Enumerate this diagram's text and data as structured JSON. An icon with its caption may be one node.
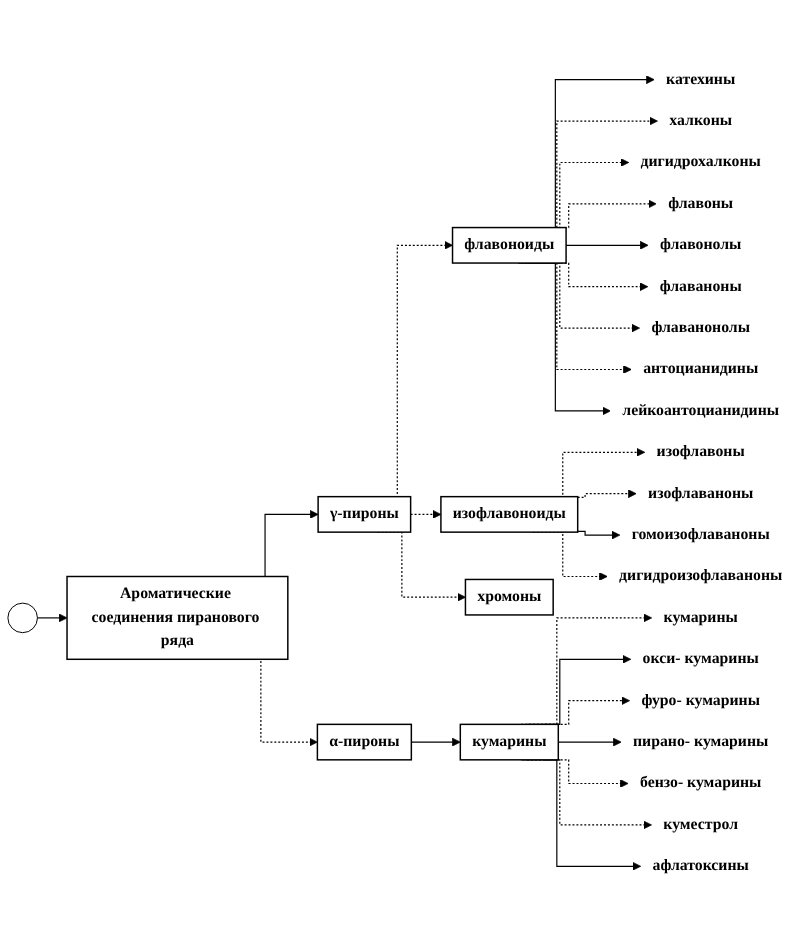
{
  "diagram": {
    "nodes": [
      {
        "text": [],
        "shape": "circle"
      },
      {
        "text": [
          "Ароматические соединения пиранового ряда"
        ]
      },
      {
        "text": [
          "γ-пироны"
        ]
      },
      {
        "text": [
          "α-пироны"
        ]
      },
      {
        "text": [
          "флавоноиды"
        ]
      },
      {
        "text": [
          "изофлавоноиды"
        ]
      },
      {
        "text": [
          "хромоны"
        ]
      },
      {
        "text": [
          "кумарины"
        ]
      },
      {
        "text": [
          "изофлавоны"
        ]
      },
      {
        "text": [
          "изофлаваноны"
        ]
      },
      {
        "text": [
          "гомоизофлаваноны"
        ]
      },
      {
        "text": [
          "дигидроизофлаваноны"
        ]
      },
      {
        "text": [
          "катехины"
        ]
      },
      {
        "text": [
          "халконы"
        ]
      },
      {
        "text": [
          "дигидрохалконы"
        ]
      },
      {
        "text": [
          "флавоны"
        ]
      },
      {
        "text": [
          "флавонолы"
        ]
      },
      {
        "text": [
          "флаваноны"
        ]
      },
      {
        "text": [
          "флаванонолы"
        ]
      },
      {
        "text": [
          "антоцианидины"
        ]
      },
      {
        "text": [
          "лейкоантоцианидины"
        ]
      },
      {
        "text": [
          "кумарины"
        ]
      },
      {
        "text": [
          "окси- кумарины"
        ]
      },
      {
        "text": [
          "фуро- кумарины"
        ]
      },
      {
        "text": [
          "пирано- кумарины"
        ]
      },
      {
        "text": [
          "бензо- кумарины"
        ]
      },
      {
        "text": [
          "куместрол"
        ]
      },
      {
        "text": [
          "афлатоксины"
        ]
      }
    ],
    "edges": [
      {
        "from": 0,
        "to": 1,
        "arrow": "to"
      },
      {
        "from": 1,
        "to": 2,
        "arrow": "to"
      },
      {
        "from": 1,
        "to": 3,
        "arrow": "to",
        "style": "dashed"
      },
      {
        "from": 2,
        "to": 4,
        "arrow": "to",
        "style": "dashed"
      },
      {
        "from": 2,
        "to": 5,
        "arrow": "to",
        "style": "dashed"
      },
      {
        "from": 2,
        "to": 6,
        "arrow": "to",
        "style": "dashed"
      },
      {
        "from": 3,
        "to": 7,
        "arrow": "to"
      },
      {
        "from": 5,
        "to": 8,
        "arrow": "to",
        "style": "dashed"
      },
      {
        "from": 5,
        "to": 9,
        "arrow": "to",
        "style": "dashed"
      },
      {
        "from": 5,
        "to": 10,
        "arrow": "to"
      },
      {
        "from": 5,
        "to": 11,
        "arrow": "to",
        "style": "dashed"
      },
      {
        "from": 4,
        "to": 12,
        "arrow": "to"
      },
      {
        "from": 4,
        "to": 13,
        "arrow": "to",
        "style": "dashed"
      },
      {
        "from": 4,
        "to": 14,
        "arrow": "to",
        "style": "dashed"
      },
      {
        "from": 4,
        "to": 15,
        "arrow": "to",
        "style": "dashed"
      },
      {
        "from": 4,
        "to": 16,
        "arrow": "to"
      },
      {
        "from": 4,
        "to": 17,
        "arrow": "to",
        "style": "dashed"
      },
      {
        "from": 4,
        "to": 18,
        "arrow": "to",
        "style": "dashed"
      },
      {
        "from": 4,
        "to": 19,
        "arrow": "to",
        "style": "dashed"
      },
      {
        "from": 4,
        "to": 20,
        "arrow": "to"
      },
      {
        "from": 7,
        "to": 21,
        "arrow": "to",
        "style": "dashed"
      },
      {
        "from": 7,
        "to": 22,
        "arrow": "to"
      },
      {
        "from": 7,
        "to": 23,
        "arrow": "to",
        "style": "dashed"
      },
      {
        "from": 7,
        "to": 24,
        "arrow": "to"
      },
      {
        "from": 7,
        "to": 25,
        "arrow": "to",
        "style": "dashed"
      },
      {
        "from": 7,
        "to": 26,
        "arrow": "to",
        "style": "dashed"
      },
      {
        "from": 7,
        "to": 27,
        "arrow": "to"
      }
    ]
  }
}
